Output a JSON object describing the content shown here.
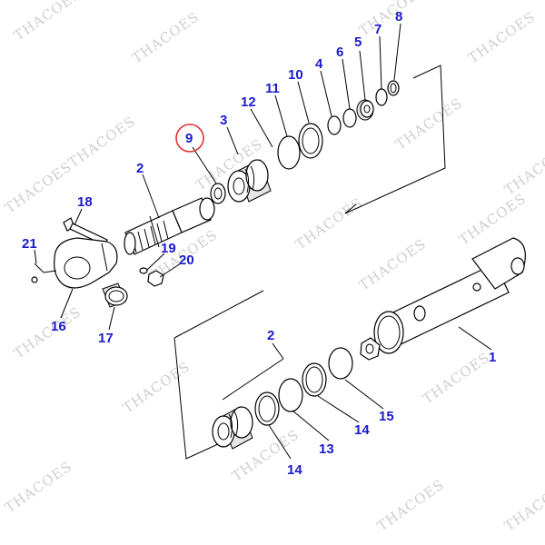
{
  "diagram": {
    "part_numbers": [
      "1",
      "2",
      "2",
      "3",
      "4",
      "5",
      "6",
      "7",
      "8",
      "9",
      "10",
      "11",
      "12",
      "13",
      "14",
      "14",
      "15",
      "16",
      "17",
      "18",
      "19",
      "20",
      "21"
    ],
    "highlighted_label": "9",
    "highlight_color": "#e03030",
    "label_color": "#1a1ad0",
    "watermark_text": "THACOES"
  }
}
